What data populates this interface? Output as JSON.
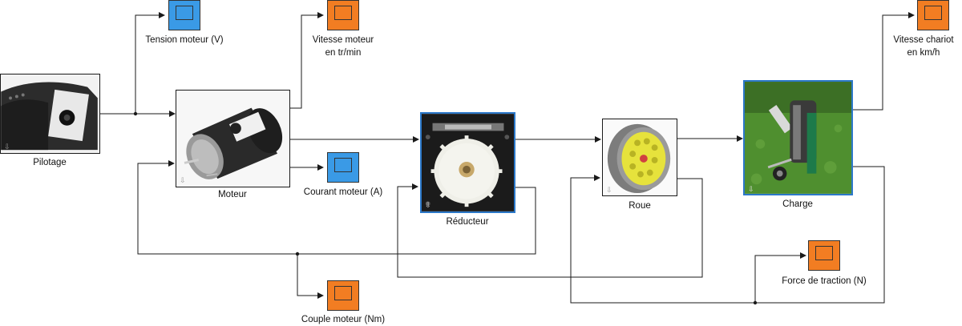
{
  "colors": {
    "blue_scope": "#3a9ae6",
    "orange_scope": "#f27d22",
    "wire": "#1a1a1a",
    "selection": "#2b78c9"
  },
  "blocks": {
    "pilotage": {
      "label": "Pilotage"
    },
    "moteur": {
      "label": "Moteur"
    },
    "reducteur": {
      "label": "Réducteur"
    },
    "roue": {
      "label": "Roue"
    },
    "charge": {
      "label": "Charge"
    }
  },
  "scopes": {
    "tension_moteur": {
      "label": "Tension moteur (V)",
      "color": "blue"
    },
    "vitesse_moteur": {
      "label_line1": "Vitesse moteur",
      "label_line2": "en tr/min",
      "color": "orange"
    },
    "courant_moteur": {
      "label": "Courant moteur (A)",
      "color": "blue"
    },
    "couple_moteur": {
      "label": "Couple moteur (Nm)",
      "color": "orange"
    },
    "vitesse_chariot": {
      "label_line1": "Vitesse chariot",
      "label_line2": "en km/h",
      "color": "orange"
    },
    "force_traction": {
      "label": "Force de traction (N)",
      "color": "orange"
    }
  },
  "icons": {
    "block_arrow": "down-arrow-icon",
    "scope": "scope-screen-icon"
  }
}
